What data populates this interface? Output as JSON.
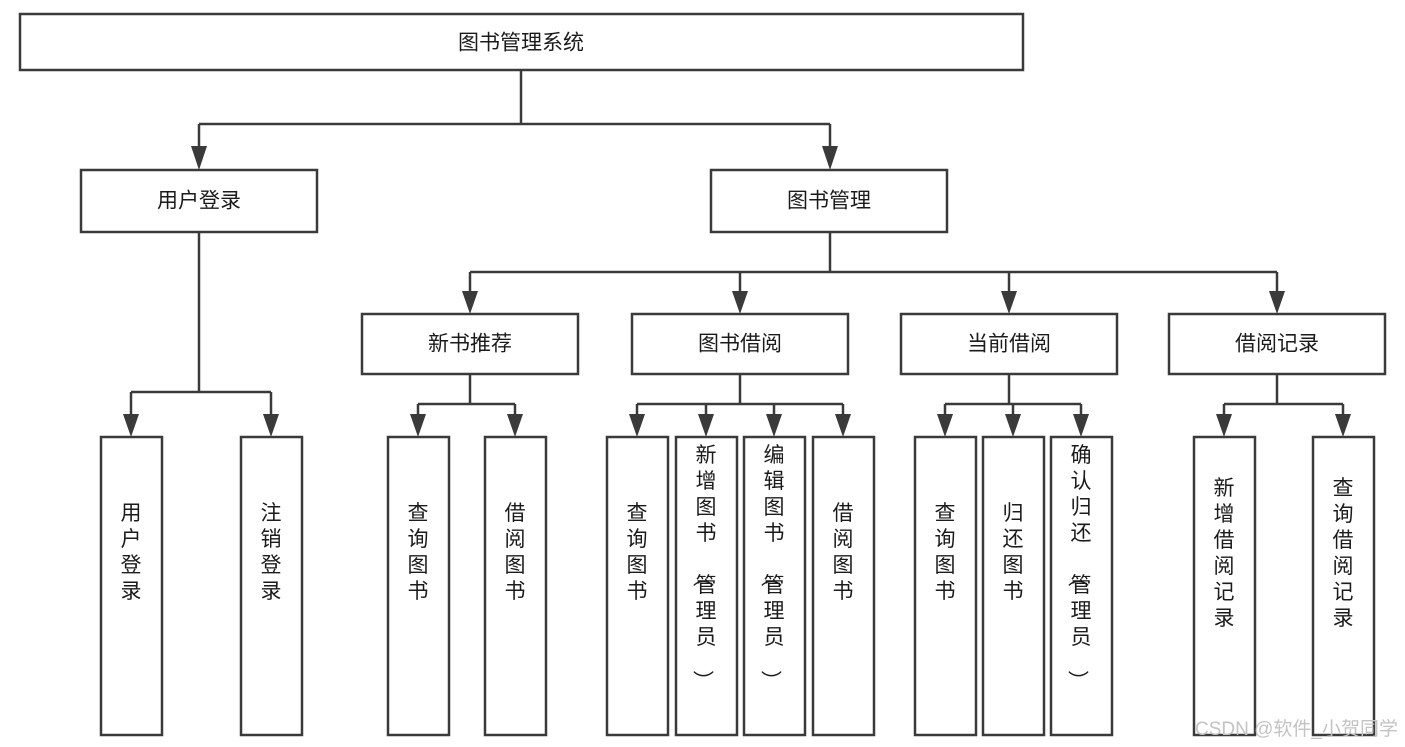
{
  "diagram": {
    "title": "图书管理系统",
    "type": "hierarchy-tree",
    "root": {
      "id": "root",
      "label": "图书管理系统"
    },
    "level1": [
      {
        "id": "user-login",
        "label": "用户登录"
      },
      {
        "id": "book-management",
        "label": "图书管理"
      }
    ],
    "level2": [
      {
        "id": "new-book-recommend",
        "label": "新书推荐",
        "parent": "book-management"
      },
      {
        "id": "book-borrow",
        "label": "图书借阅",
        "parent": "book-management"
      },
      {
        "id": "current-borrow",
        "label": "当前借阅",
        "parent": "book-management"
      },
      {
        "id": "borrow-record",
        "label": "借阅记录",
        "parent": "book-management"
      }
    ],
    "leaves": [
      {
        "id": "leaf-user-login",
        "label": "用户登录",
        "parent": "user-login"
      },
      {
        "id": "leaf-logout-login",
        "label": "注销登录",
        "parent": "user-login"
      },
      {
        "id": "leaf-query-book-1",
        "label": "查询图书",
        "parent": "new-book-recommend"
      },
      {
        "id": "leaf-borrow-book-1",
        "label": "借阅图书",
        "parent": "new-book-recommend"
      },
      {
        "id": "leaf-query-book-2",
        "label": "查询图书",
        "parent": "book-borrow"
      },
      {
        "id": "leaf-add-book",
        "label": "新增图书（管理员）",
        "parent": "book-borrow"
      },
      {
        "id": "leaf-edit-book",
        "label": "编辑图书（管理员）",
        "parent": "book-borrow"
      },
      {
        "id": "leaf-borrow-book-2",
        "label": "借阅图书",
        "parent": "book-borrow"
      },
      {
        "id": "leaf-query-book-3",
        "label": "查询图书",
        "parent": "current-borrow"
      },
      {
        "id": "leaf-return-book",
        "label": "归还图书",
        "parent": "current-borrow"
      },
      {
        "id": "leaf-confirm-return",
        "label": "确认归还（管理员）",
        "parent": "current-borrow"
      },
      {
        "id": "leaf-add-record",
        "label": "新增借阅记录",
        "parent": "borrow-record"
      },
      {
        "id": "leaf-query-record",
        "label": "查询借阅记录",
        "parent": "borrow-record"
      }
    ],
    "watermark": "CSDN @软件_小贺同学",
    "colors": {
      "box_stroke": "#3a3a3a",
      "box_fill": "#ffffff",
      "text": "#1b1b1b",
      "watermark": "#c3c3c3",
      "background": "#ffffff"
    }
  }
}
